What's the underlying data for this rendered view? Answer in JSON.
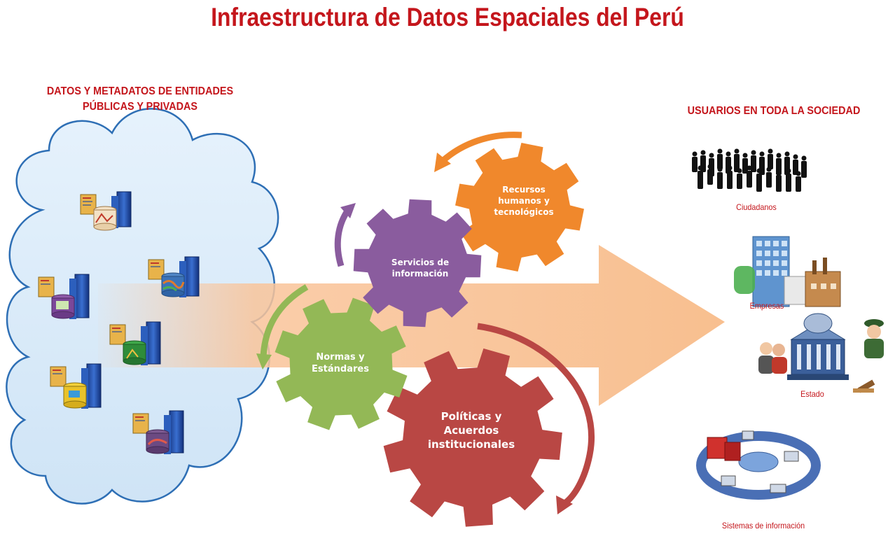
{
  "title": "Infraestructura de Datos Espaciales del Perú",
  "left_section": {
    "lines": [
      "DATOS Y METADATOS DE ENTIDADES",
      "PÚBLICAS Y PRIVADAS"
    ]
  },
  "right_section": {
    "label": "USUARIOS EN TODA LA SOCIEDAD"
  },
  "gears": {
    "recursos": {
      "lines": [
        "Recursos",
        "humanos y",
        "tecnológicos"
      ],
      "color": "#f0882c"
    },
    "servicios": {
      "lines": [
        "Servicios de",
        "información"
      ],
      "color": "#8a5c9e"
    },
    "normas": {
      "lines": [
        "Normas y",
        "Estándares"
      ],
      "color": "#93b856"
    },
    "politicas": {
      "lines": [
        "Políticas y",
        "Acuerdos",
        "institucionales"
      ],
      "color": "#b94744"
    }
  },
  "users": {
    "ciudadanos": "Ciudadanos",
    "empresas": "Empresas",
    "estado": "Estado",
    "sistemas": "Sistemas de información"
  },
  "colors": {
    "title": "#c4161c",
    "big_arrow": "#f9c49a",
    "cloud_fill": "#d6e9f8",
    "cloud_stroke": "#2e6fb5"
  }
}
